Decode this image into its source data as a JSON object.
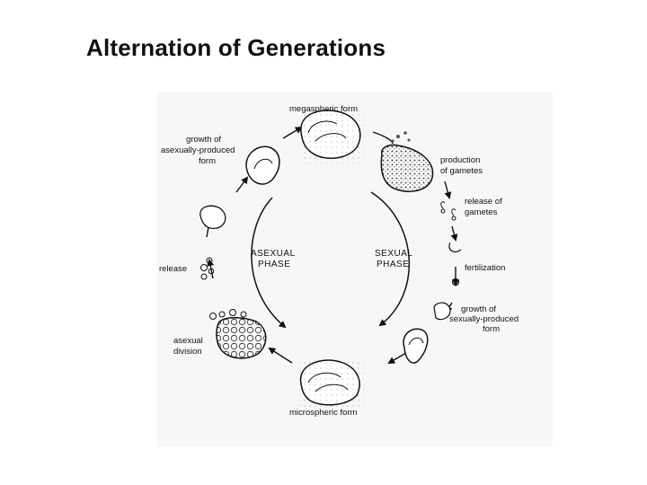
{
  "slide": {
    "title": "Alternation of Generations"
  },
  "diagram": {
    "labels": {
      "megaspheric_form": "megaspheric form",
      "production_line1": "production",
      "production_line2": "of gametes",
      "release_gametes_line1": "release of",
      "release_gametes_line2": "gametes",
      "fertilization": "fertilization",
      "growth_sexual_line1": "growth of",
      "growth_sexual_line2": "sexually-produced",
      "growth_sexual_line3": "form",
      "microspheric_form": "microspheric form",
      "asexual_division_line1": "asexual",
      "asexual_division_line2": "division",
      "release": "release",
      "growth_asexual_line1": "growth of",
      "growth_asexual_line2": "asexually-produced",
      "growth_asexual_line3": "form"
    },
    "phases": {
      "asexual_line1": "ASEXUAL",
      "asexual_line2": "PHASE",
      "sexual_line1": "SEXUAL",
      "sexual_line2": "PHASE"
    }
  }
}
